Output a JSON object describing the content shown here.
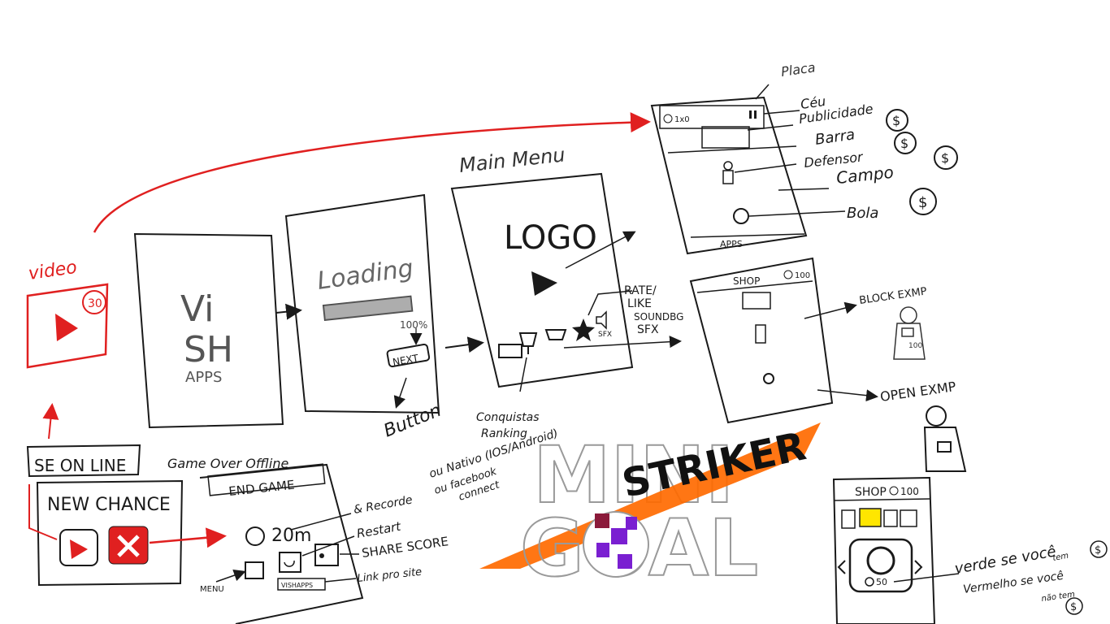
{
  "splash": {
    "brand_lines": [
      "Vi",
      "SH",
      "APPS"
    ]
  },
  "loading": {
    "title": "Loading",
    "percent": "100%",
    "next_button": "NEXT",
    "button_note": "Button"
  },
  "main_menu": {
    "title": "Main Menu",
    "logo": "LOGO",
    "rate_like": [
      "RATE/",
      "LIKE"
    ],
    "sound_labels": [
      "SOUNDBG",
      "SFX"
    ],
    "icon_sfx": "SFX",
    "notes": [
      "Conquistas",
      "Ranking",
      "ou Nativo (IOS/Android)",
      "ou facebook",
      "connect"
    ]
  },
  "gameplay": {
    "hud_score": "1x0",
    "bottom_label": "APPS",
    "notes": [
      "Placa",
      "Céu",
      "Publicidade",
      "Barra",
      "Defensor",
      "Campo",
      "Bola"
    ],
    "currency_symbol": "$"
  },
  "shop1": {
    "header": "SHOP",
    "coins": "100",
    "block_note": "BLOCK EXMP",
    "open_note": "OPEN EXMP",
    "locked_value": "100"
  },
  "shop2": {
    "header": "SHOP",
    "coins": "100",
    "ball_price": "50",
    "notes": [
      "verde se você",
      "tem",
      "Vermelho se você",
      "não tem"
    ]
  },
  "video": {
    "label": "video",
    "timer": "30"
  },
  "online_box": {
    "label": "SE ON LINE",
    "title": "NEW CHANCE"
  },
  "game_over": {
    "label": "Game Over Offline",
    "header": "END GAME",
    "score": "20m",
    "menu_label": "MENU",
    "link_button": "VISHAPPS",
    "notes": [
      "& Recorde",
      "Restart",
      "SHARE SCORE",
      "Link pro site"
    ]
  },
  "logo_art": {
    "line1": "MINI",
    "line2": "STRIKER",
    "line3": "GOAL"
  },
  "colors": {
    "ink": "#1a1a1a",
    "red": "#e02020",
    "orange": "#ff6a00",
    "purple": "#7a1fd1",
    "yellow": "#ffe600"
  }
}
